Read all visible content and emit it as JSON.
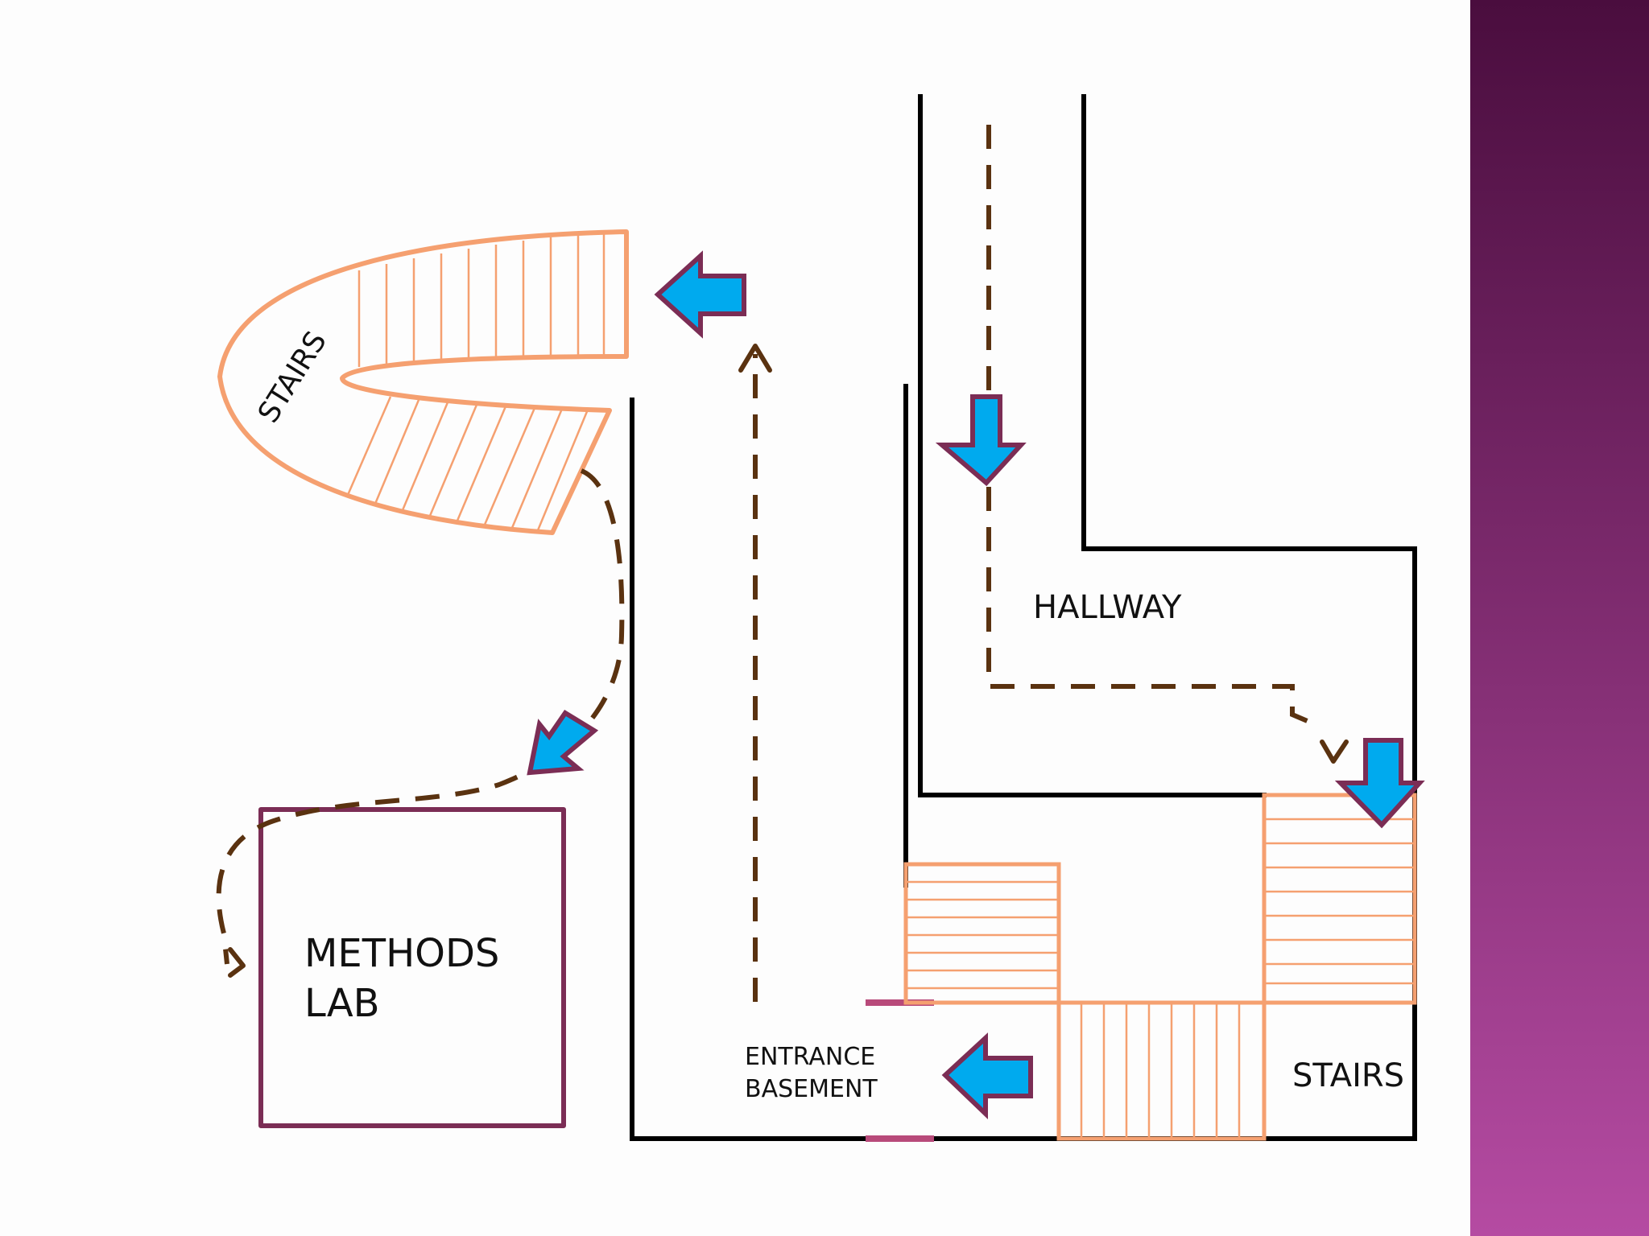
{
  "labels": {
    "stairs_top": "STAIRS",
    "hallway": "HALLWAY",
    "lab_line1": "METHODS",
    "lab_line2": "LAB",
    "entrance_line1": "ENTRANCE",
    "entrance_line2": "BASEMENT",
    "stairs_bottom": "STAIRS"
  },
  "colors": {
    "walls": "#000000",
    "stairs": "#f5a070",
    "route": "#5a3210",
    "arrow_fill": "#00aaee",
    "arrow_outline": "#7b2d55",
    "lab_border": "#7b2d55",
    "door": "#b84a7a",
    "band_top": "#4a0d3e",
    "band_bottom": "#b54ba2"
  },
  "icons": {
    "direction_arrow": "block-arrow-icon",
    "route_arrowhead": "chevron-arrowhead-icon"
  }
}
